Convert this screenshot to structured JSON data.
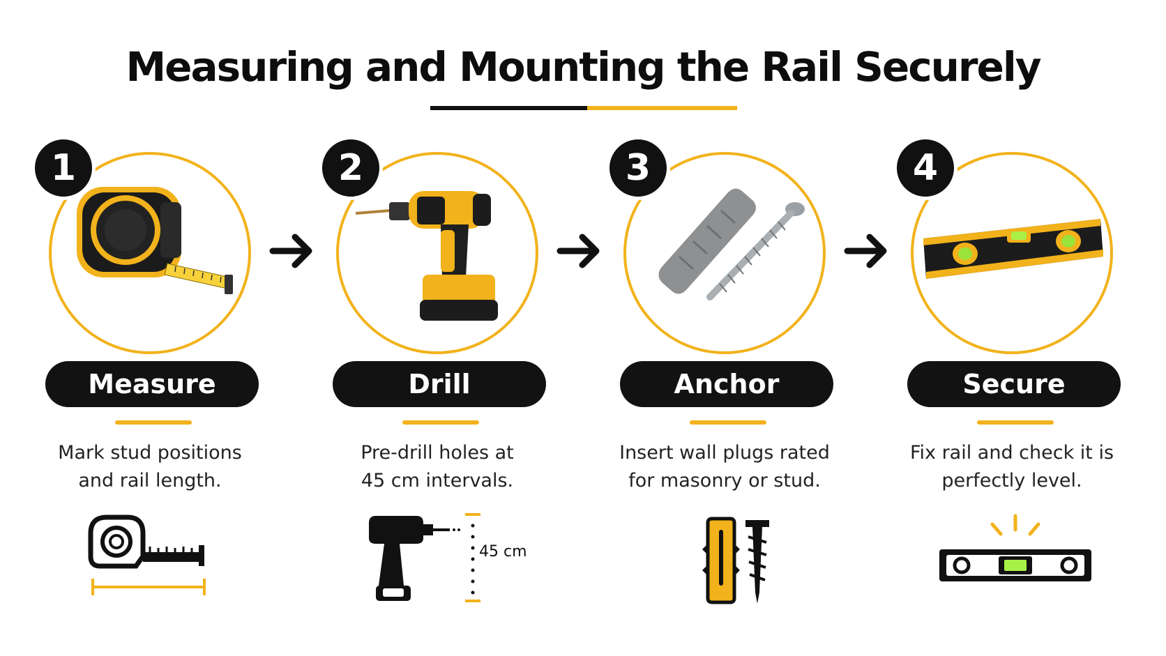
{
  "title": "Measuring and Mounting the Rail Securely",
  "colors": {
    "accent": "#f2b21b",
    "dark": "#111111"
  },
  "steps": [
    {
      "number": "1",
      "label": "Measure",
      "desc_line1": "Mark stud positions",
      "desc_line2": "and rail length.",
      "photo_icon": "tape-measure-icon",
      "bottom_icon": "tape-measure-outline-icon"
    },
    {
      "number": "2",
      "label": "Drill",
      "desc_line1": "Pre-drill holes at",
      "desc_line2": "45 cm intervals.",
      "photo_icon": "cordless-drill-icon",
      "bottom_icon": "drill-spacing-icon",
      "spacing_label": "45 cm"
    },
    {
      "number": "3",
      "label": "Anchor",
      "desc_line1": "Insert wall plugs rated",
      "desc_line2": "for masonry or stud.",
      "photo_icon": "wall-plug-screw-icon",
      "bottom_icon": "plug-screw-outline-icon"
    },
    {
      "number": "4",
      "label": "Secure",
      "desc_line1": "Fix rail and check it is",
      "desc_line2": "perfectly level.",
      "photo_icon": "spirit-level-icon",
      "bottom_icon": "spirit-level-outline-icon"
    }
  ]
}
